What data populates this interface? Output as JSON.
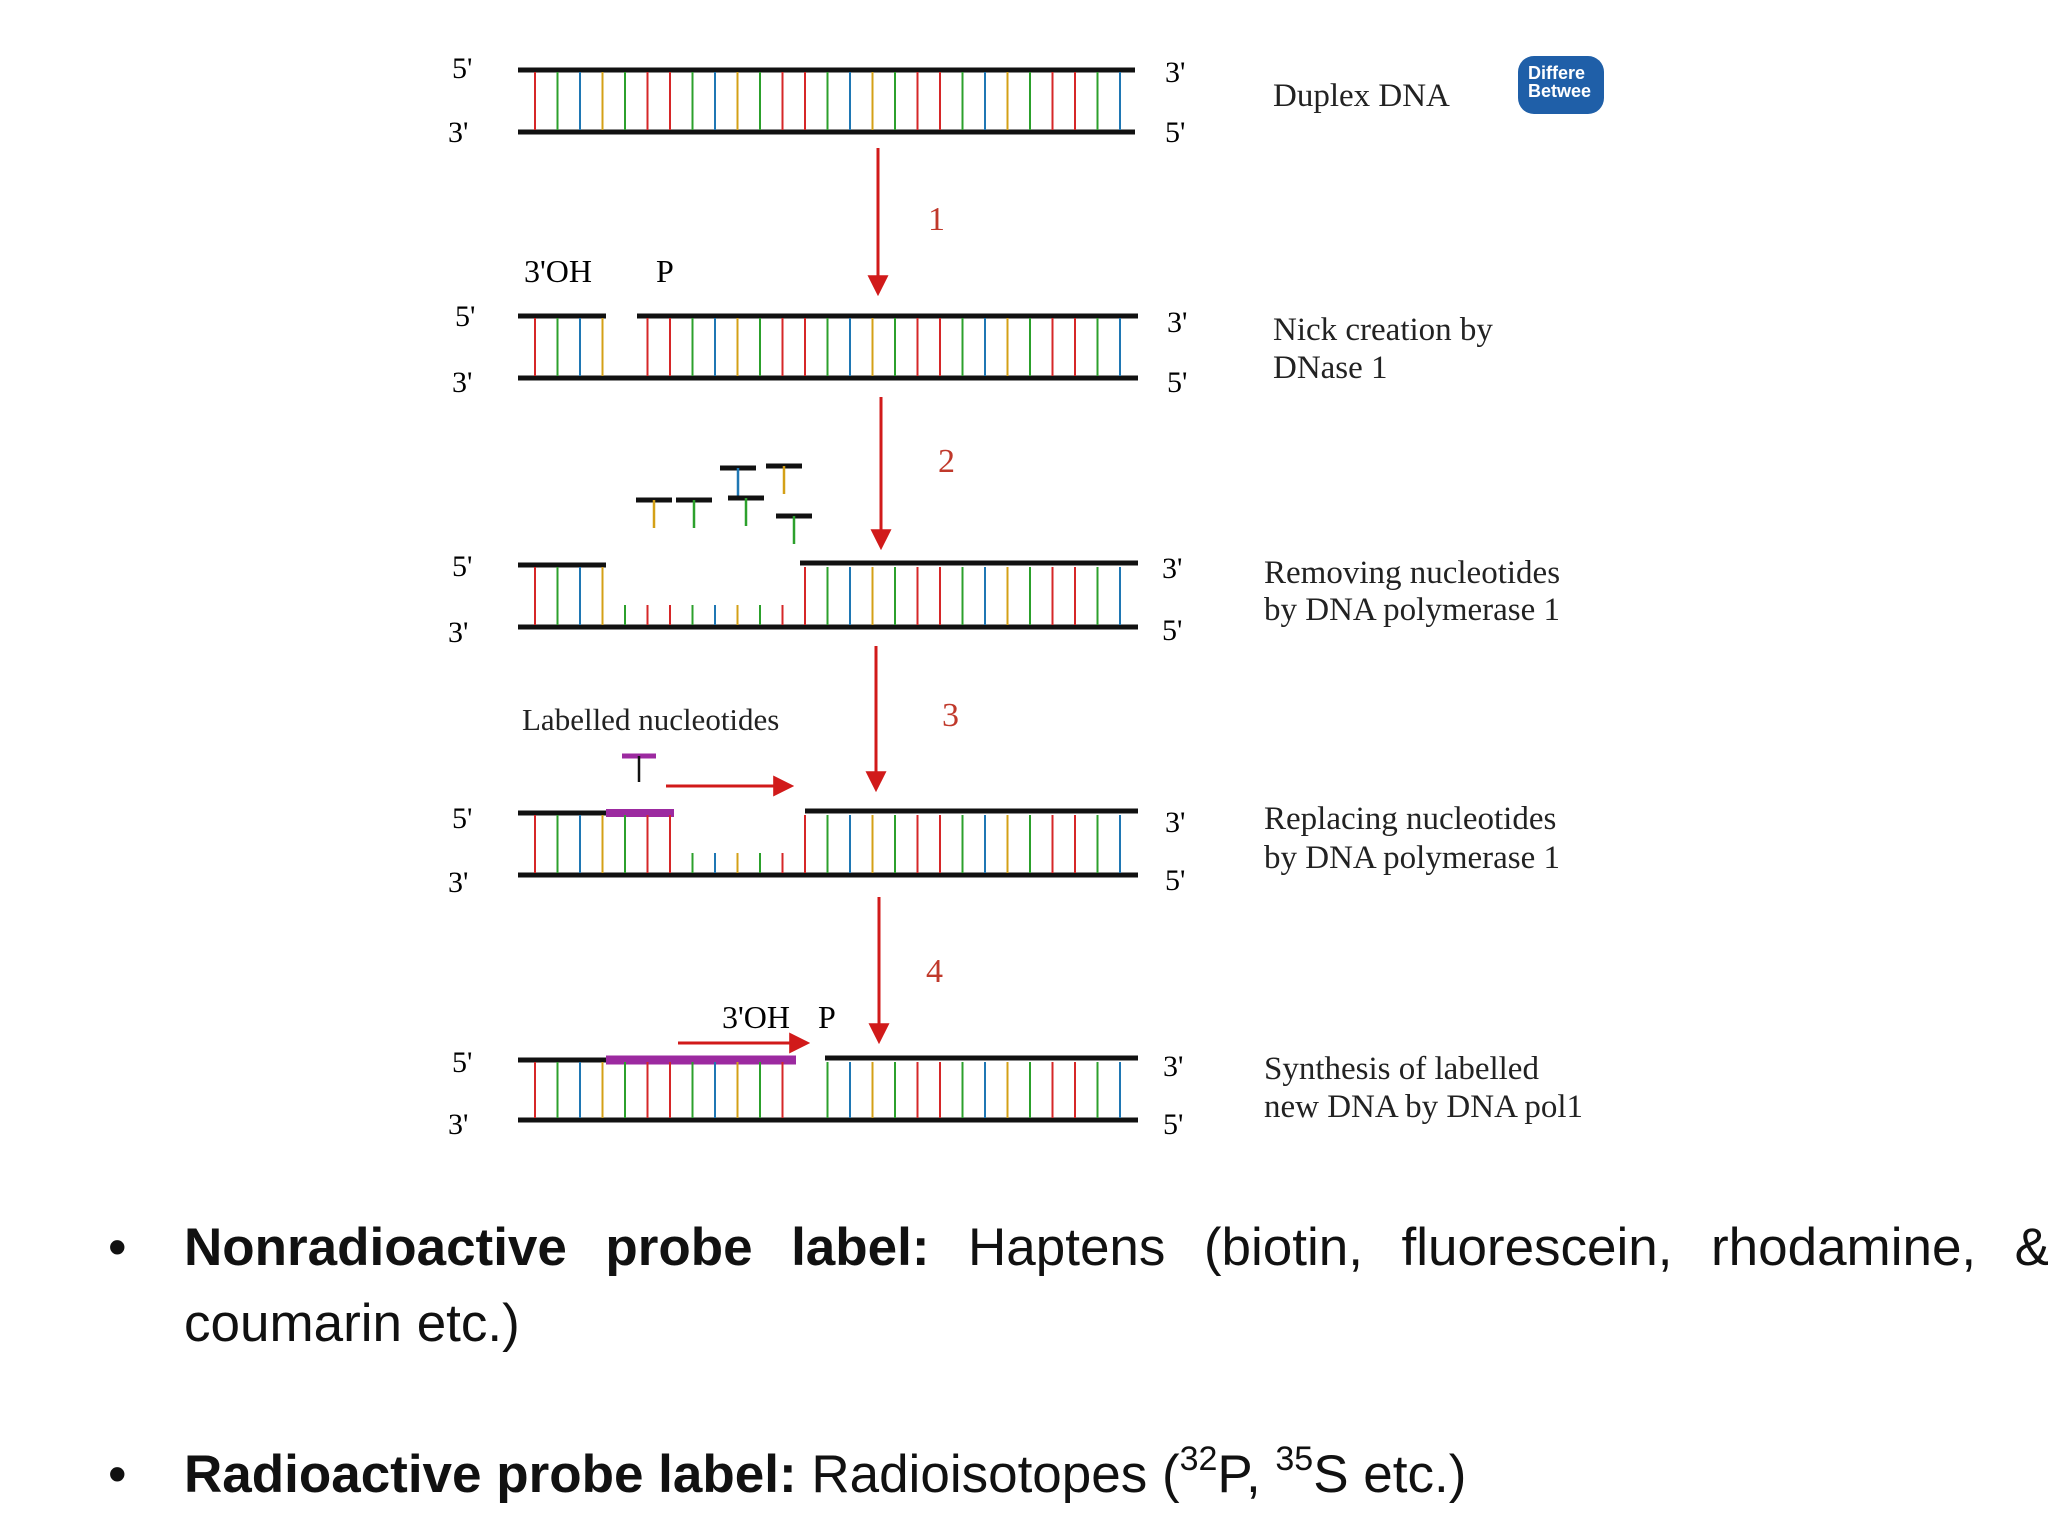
{
  "diagram": {
    "strand_ends": {
      "top_left": "5'",
      "bottom_left": "3'",
      "top_right": "3'",
      "bottom_right": "5'"
    },
    "step_labels": [
      "1",
      "2",
      "3",
      "4"
    ],
    "nick_labels": {
      "oh": "3'OH",
      "p": "P"
    },
    "final_labels": {
      "oh": "3'OH",
      "p": "P"
    },
    "labelled_nucleotides": "Labelled nucleotides",
    "stages": [
      {
        "caption_lines": [
          "Duplex DNA"
        ]
      },
      {
        "caption_lines": [
          "Nick creation by",
          "DNase 1"
        ]
      },
      {
        "caption_lines": [
          "Removing nucleotides",
          "by DNA polymerase 1"
        ]
      },
      {
        "caption_lines": [
          "Replacing nucleotides",
          "by DNA polymerase 1"
        ]
      },
      {
        "caption_lines": [
          "Synthesis of labelled",
          "new DNA by DNA pol1"
        ]
      }
    ],
    "logo_text": [
      "Differe",
      "Betwee"
    ],
    "colors": {
      "strand": "#111111",
      "arrow": "#d11a1a",
      "step_number": "#c0392b",
      "label": "#9c2aa0",
      "rungs": [
        "#d62728",
        "#2ca02c",
        "#1f77b4",
        "#d4a017",
        "#2ca02c",
        "#d62728"
      ]
    }
  },
  "bullets": [
    {
      "bold": "Nonradioactive probe label:",
      "text": " Haptens (biotin, fluorescein, rhodamine, & coumarin etc.)"
    },
    {
      "bold": "Radioactive probe label:",
      "text_before": " Radioisotopes (",
      "sup1": "32",
      "mid1": "P, ",
      "sup2": "35",
      "mid2": "S etc.)"
    }
  ]
}
